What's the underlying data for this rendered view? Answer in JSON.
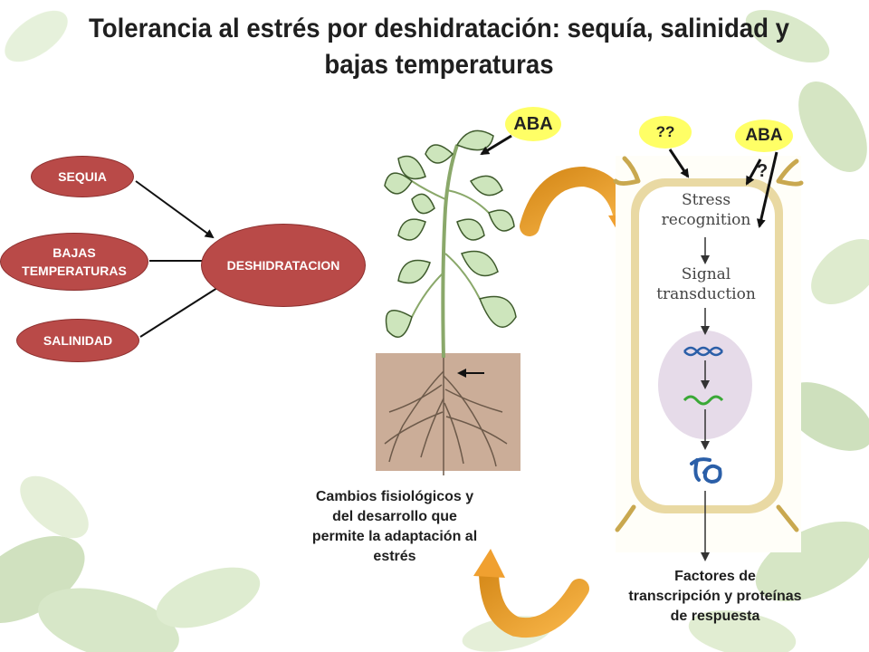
{
  "title": {
    "line1": "Tolerancia al estrés por deshidratación: sequía, salinidad y",
    "line2": "bajas temperaturas"
  },
  "causes": {
    "sequia": "SEQUIA",
    "bajas_line1": "BAJAS",
    "bajas_line2": "TEMPERATURAS",
    "salinidad": "SALINIDAD"
  },
  "result": "DESHIDRATACION",
  "signals": {
    "aba_plant": "ABA",
    "unknown": "??",
    "aba_cell": "ABA",
    "question": "?"
  },
  "cell_steps": {
    "stress_line1": "Stress",
    "stress_line2": "recognition",
    "signal_line1": "Signal",
    "signal_line2": "transduction"
  },
  "captions": {
    "physiology": {
      "line1": "Cambios fisiológicos y",
      "line2": "del desarrollo que",
      "line3": "permite la adaptación al",
      "line4": "estrés"
    },
    "factors": {
      "line1": "Factores de",
      "line2": "transcripción y proteínas",
      "line3": "de respuesta"
    }
  },
  "colors": {
    "oval": "#b94a48",
    "aba": "#ffff66",
    "cycle_arrow": "#f0a030",
    "leaf": "#c8e3b4",
    "soil": "#c9ab95"
  }
}
